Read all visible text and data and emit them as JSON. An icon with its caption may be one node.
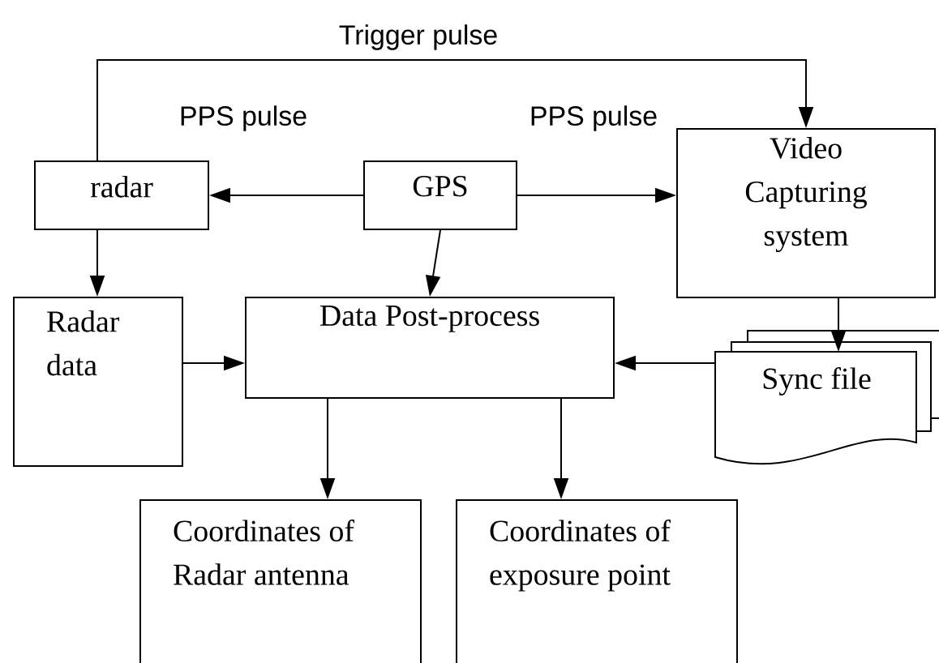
{
  "diagram": {
    "nodes": [
      {
        "text": [
          "radar"
        ]
      },
      {
        "text": [
          "GPS"
        ]
      },
      {
        "text": [
          "Video Capturing system"
        ]
      },
      {
        "text": [
          "Radar data"
        ]
      },
      {
        "text": [
          "Data Post-process"
        ]
      },
      {
        "text": [
          "Sync file"
        ]
      },
      {
        "text": [
          "Coordinates of Radar antenna"
        ]
      },
      {
        "text": [
          "Coordinates of exposure point"
        ]
      }
    ],
    "edges": [
      {
        "from": 0,
        "to": 2,
        "arrow": "to",
        "label": "Trigger pulse"
      },
      {
        "from": 1,
        "to": 0,
        "arrow": "to",
        "label": "PPS pulse"
      },
      {
        "from": 1,
        "to": 2,
        "arrow": "to",
        "label": "PPS pulse"
      },
      {
        "from": 0,
        "to": 3,
        "arrow": "to"
      },
      {
        "from": 1,
        "to": 4,
        "arrow": "to"
      },
      {
        "from": 2,
        "to": 5,
        "arrow": "to"
      },
      {
        "from": 3,
        "to": 4,
        "arrow": "to"
      },
      {
        "from": 5,
        "to": 4,
        "arrow": "to"
      },
      {
        "from": 4,
        "to": 6,
        "arrow": "to"
      },
      {
        "from": 4,
        "to": 7,
        "arrow": "to"
      }
    ]
  }
}
